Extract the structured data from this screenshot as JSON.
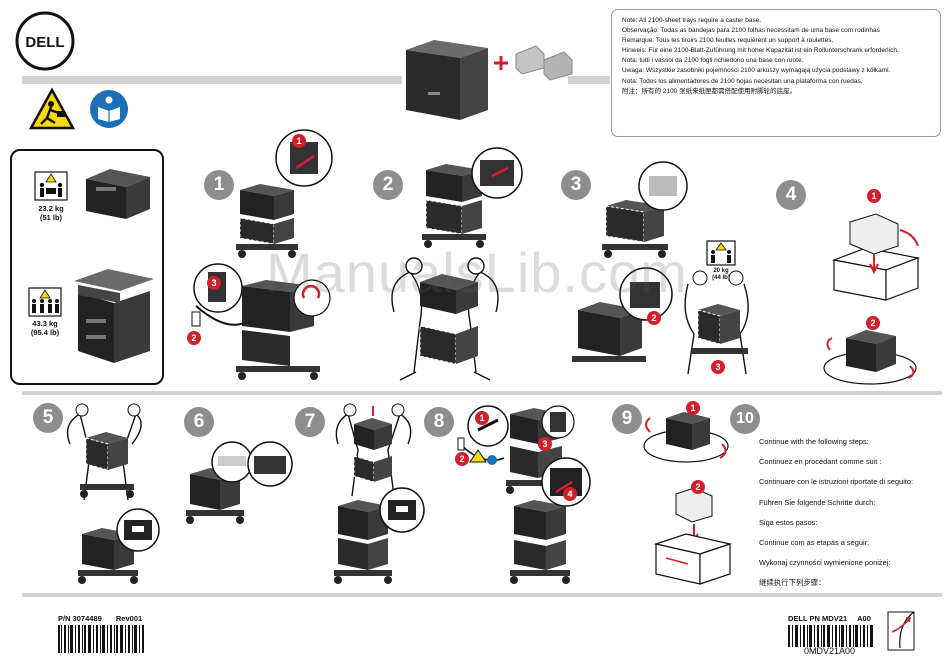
{
  "brand": {
    "logo_text": "DELL"
  },
  "notes": [
    "Note: All 2100-sheet trays require a caster base.",
    "Observação: Todas as bandejas para 2100 folhas necessitam de uma base com rodinhas",
    "Remarque: Tous les tiroirs 2100 feuilles requièrent un support à roulettes.",
    "Hinweis: Für eine 2100-Blatt-Zuführung mit hoher Kapazität ist ein Rollunterschrank erforderlich.",
    "Nota: tutti i vassoi da 2100 fogli richiedono una base con ruote.",
    "Uwaga: Wszystkie zasobniki pojemności 2100 arkuszy wymagają użycia podstawy z kółkami.",
    "Nota: Todos los alimentadores de 2100 hojas necesitan una plataforma con ruedas.",
    "附注：所有的 2100 张纸来纸匣都需搭配使用附脚轮的底座。"
  ],
  "weights": {
    "printer_small": {
      "kg": "23.2 kg",
      "lb": "(51 lb)"
    },
    "printer_mfp": {
      "kg": "43.3 kg",
      "lb": "(95.4 lb)"
    },
    "tray": {
      "kg": "20 kg",
      "lb": "(44 lb)"
    }
  },
  "steps": [
    "1",
    "2",
    "3",
    "4",
    "5",
    "6",
    "7",
    "8",
    "9",
    "10"
  ],
  "badges": {
    "one": "1",
    "two": "2",
    "three": "3",
    "four": "4"
  },
  "continue_steps": [
    "Continue with the following steps:",
    "Continuez en procédant comme suit :",
    "Continuare con le istruzioni riportate di seguito:",
    "Führen Sie folgende Schritte durch:",
    "Siga estos pasos:",
    "Continue com as etapas a seguir:",
    "Wykonaj czynności wymienione poniżej:",
    "继续执行下列步骤："
  ],
  "footer": {
    "part_number": "P/N 3074489",
    "revision": "Rev001",
    "dell_pn": "DELL PN MDV21",
    "dell_rev": "A00",
    "barcode_text": "0MDV21A00"
  },
  "watermark": "ManualsLib.com",
  "colors": {
    "accent_red": "#d31f2b",
    "step_grey": "#8e8e8e",
    "warning_yellow": "#f5d90a",
    "info_blue": "#1d6fb8"
  }
}
